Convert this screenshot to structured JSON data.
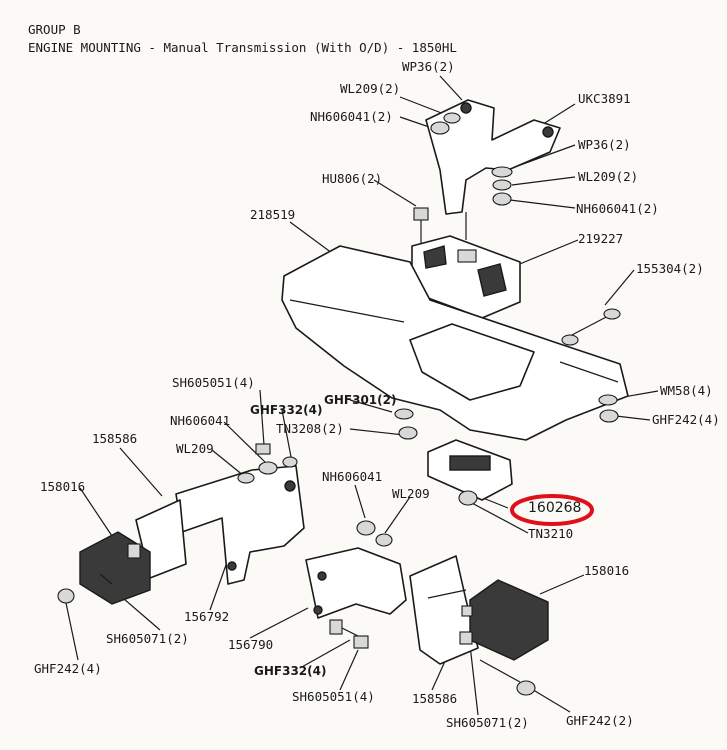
{
  "header": {
    "line1": "GROUP B",
    "line2": "ENGINE MOUNTING - Manual Transmission (With O/D) - 1850HL"
  },
  "colors": {
    "ink": "#1a1a1a",
    "highlight_ring": "#e0101a"
  },
  "highlighted_part": "160268",
  "labels": {
    "wp36_top": "WP36(2)",
    "wl209_top": "WL209(2)",
    "nh606041_top": "NH606041(2)",
    "ukc3891": "UKC3891",
    "wp36_right": "WP36(2)",
    "wl209_right": "WL209(2)",
    "nh606041_right": "NH606041(2)",
    "hu806": "HU806(2)",
    "p218519": "218519",
    "p219227": "219227",
    "p155304": "155304(2)",
    "wm58": "WM58(4)",
    "ghf242_right": "GHF242(4)",
    "sh605051_top": "SH605051(4)",
    "ghf301": "GHF301(2)",
    "nh606041_left": "NH606041",
    "ghf332_top": "GHF332(4)",
    "tn3208": "TN3208(2)",
    "wl209_left": "WL209",
    "p158586_left": "158586",
    "nh606041_mid": "NH606041",
    "wl209_mid": "WL209",
    "p158016_left": "158016",
    "p160268": "160268",
    "tn3210": "TN3210",
    "p158016_right": "158016",
    "p156792": "156792",
    "sh605071_left": "SH605071(2)",
    "p156790": "156790",
    "ghf242_left": "GHF242(4)",
    "ghf332_bottom": "GHF332(4)",
    "sh605051_bottom": "SH605051(4)",
    "p158586_bottom": "158586",
    "sh605071_bottom": "SH605071(2)",
    "ghf242_bottom": "GHF242(2)"
  }
}
